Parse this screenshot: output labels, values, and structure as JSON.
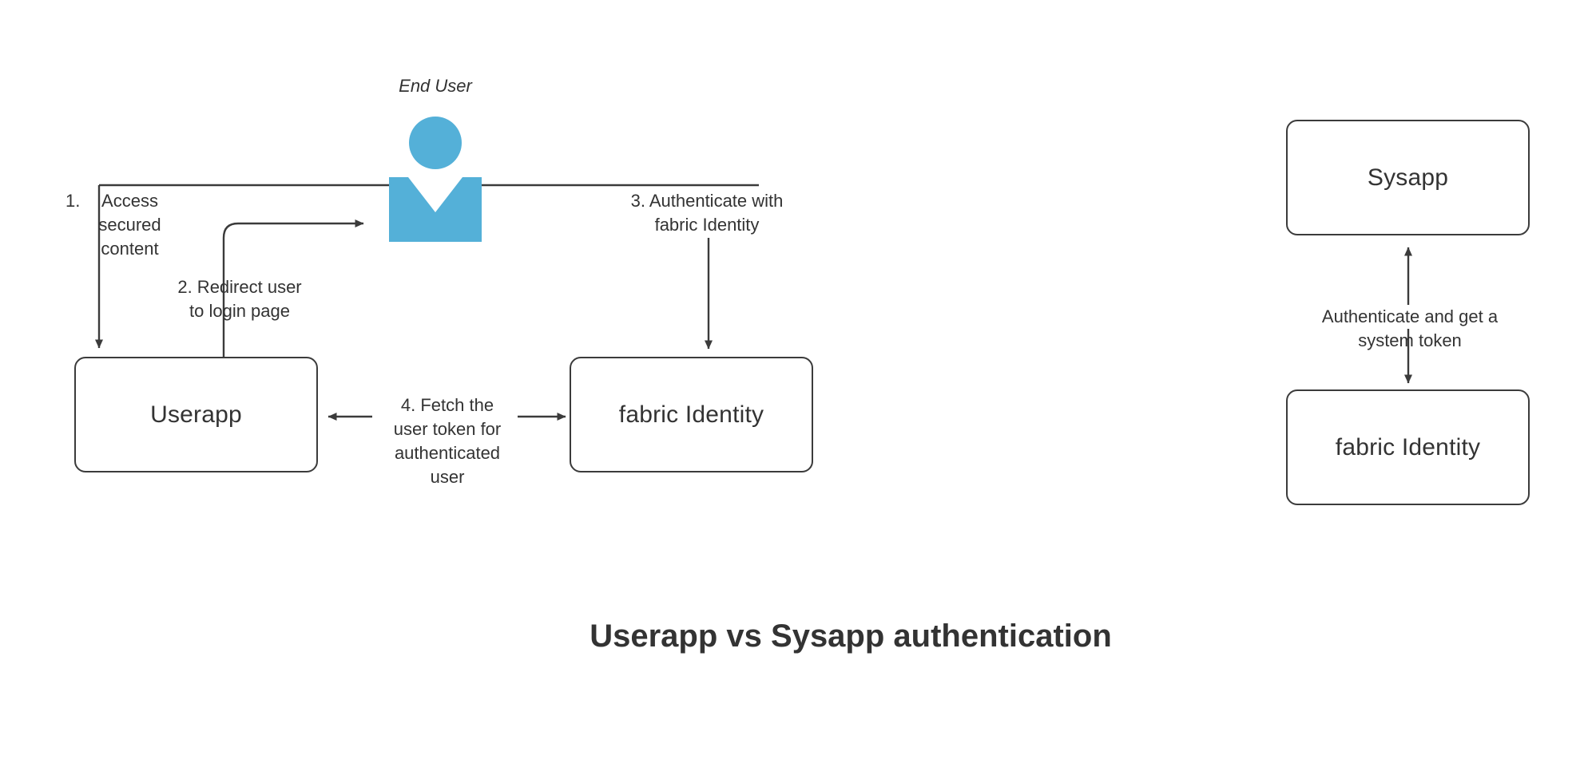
{
  "title": "Userapp vs Sysapp authentication",
  "colors": {
    "actor_blue": "#54b0d8",
    "stroke": "#3b3b3b",
    "text": "#333333",
    "background": "#ffffff"
  },
  "left_diagram": {
    "actor": {
      "caption": "End User",
      "icon": "user-actor-icon"
    },
    "nodes": [
      {
        "id": "userapp",
        "label": "Userapp"
      },
      {
        "id": "fabric_identity",
        "label": "fabric Identity"
      }
    ],
    "edges": [
      {
        "id": "step1",
        "number": "1.",
        "label": "Access\nsecured\ncontent",
        "full_label": "1. Access secured content",
        "from": "End User",
        "to": "Userapp"
      },
      {
        "id": "step2",
        "label": "2. Redirect user\nto login page",
        "full_label": "2. Redirect user to login page",
        "from": "Userapp",
        "to": "End User"
      },
      {
        "id": "step3",
        "label": "3. Authenticate with\nfabric Identity",
        "full_label": "3. Authenticate with fabric Identity",
        "from": "End User",
        "to": "fabric Identity"
      },
      {
        "id": "step4",
        "label": "4. Fetch the\nuser token for\nauthenticated\nuser",
        "full_label": "4. Fetch the user token for authenticated user",
        "from": "Userapp",
        "to": "fabric Identity",
        "bidirectional": true
      }
    ]
  },
  "right_diagram": {
    "nodes": [
      {
        "id": "sysapp",
        "label": "Sysapp"
      },
      {
        "id": "fabric_identity_2",
        "label": "fabric Identity"
      }
    ],
    "edges": [
      {
        "id": "sys_auth",
        "label": "Authenticate and get a\nsystem token",
        "from": "Sysapp",
        "to": "fabric Identity",
        "bidirectional": true
      }
    ]
  }
}
